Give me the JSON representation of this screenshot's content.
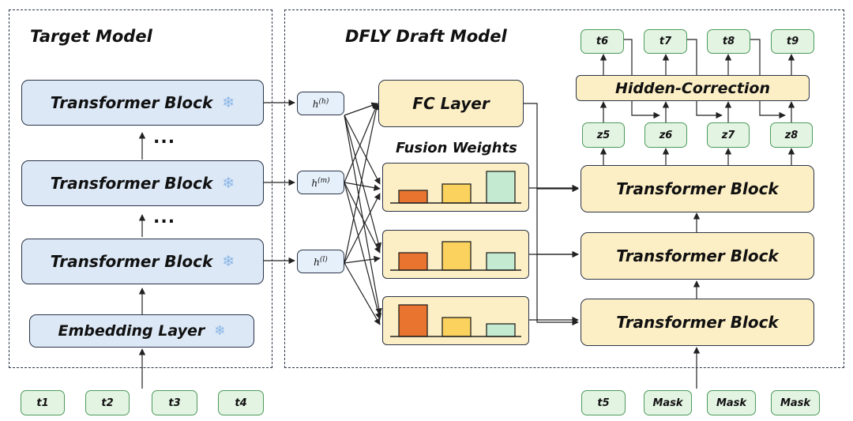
{
  "target_model": {
    "title": "Target Model",
    "blocks": [
      "Transformer Block",
      "Transformer Block",
      "Transformer Block"
    ],
    "dots": [
      "...",
      "..."
    ],
    "embedding_label": "Embedding Layer",
    "frozen_icon": "snowflake-icon"
  },
  "hidden_states": [
    {
      "base": "h",
      "sup": "(h)"
    },
    {
      "base": "h",
      "sup": "(m)"
    },
    {
      "base": "h",
      "sup": "(l)"
    }
  ],
  "draft_model": {
    "title": "DFLY Draft Model",
    "fc_label": "FC Layer",
    "fusion_label": "Fusion Weights",
    "fusion_weights": [
      {
        "values": [
          0.4,
          0.6,
          1.0
        ]
      },
      {
        "values": [
          0.55,
          0.9,
          0.55
        ]
      },
      {
        "values": [
          1.0,
          0.6,
          0.4
        ]
      }
    ],
    "fusion_colors": [
      "#e8742f",
      "#fcd25e",
      "#c4ead2"
    ],
    "blocks": [
      "Transformer Block",
      "Transformer Block",
      "Transformer Block"
    ],
    "hidden_correction": "Hidden-Correction",
    "z_tokens": [
      "z5",
      "z6",
      "z7",
      "z8"
    ],
    "out_tokens": [
      "t6",
      "t7",
      "t8",
      "t9"
    ]
  },
  "inputs_target": [
    "t1",
    "t2",
    "t3",
    "t4"
  ],
  "inputs_draft": [
    "t5",
    "Mask",
    "Mask",
    "Mask"
  ]
}
